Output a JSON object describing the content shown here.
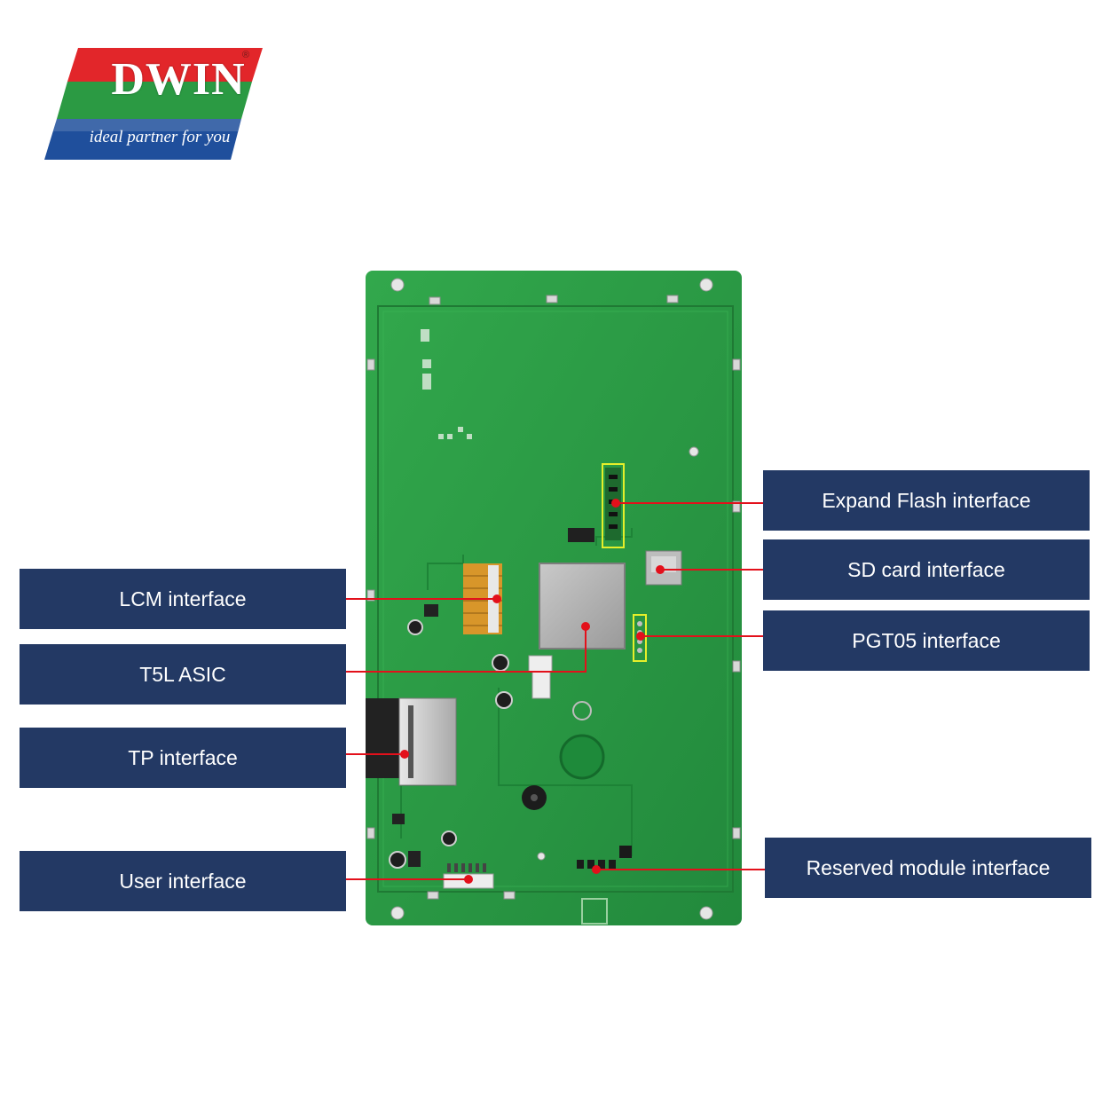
{
  "logo": {
    "brand": "DWIN",
    "tagline": "ideal partner for you",
    "registered": "®",
    "colors": {
      "red": "#e2262a",
      "green": "#2b9a43",
      "blue": "#1f4f9c"
    }
  },
  "labels_left": [
    {
      "id": "lcm",
      "text": "LCM interface"
    },
    {
      "id": "t5l",
      "text": "T5L ASIC"
    },
    {
      "id": "tp",
      "text": "TP interface"
    },
    {
      "id": "user",
      "text": "User interface"
    }
  ],
  "labels_right": [
    {
      "id": "flash",
      "text": "Expand Flash interface"
    },
    {
      "id": "sd",
      "text": "SD card interface"
    },
    {
      "id": "pgt05",
      "text": "PGT05 interface"
    },
    {
      "id": "reserved",
      "text": "Reserved module interface"
    }
  ],
  "colors": {
    "label_bg": "#233964",
    "label_text": "#ffffff",
    "callout_line": "#e3101b",
    "pcb_green": "#2a9b45",
    "highlight": "#e5ef2a"
  }
}
